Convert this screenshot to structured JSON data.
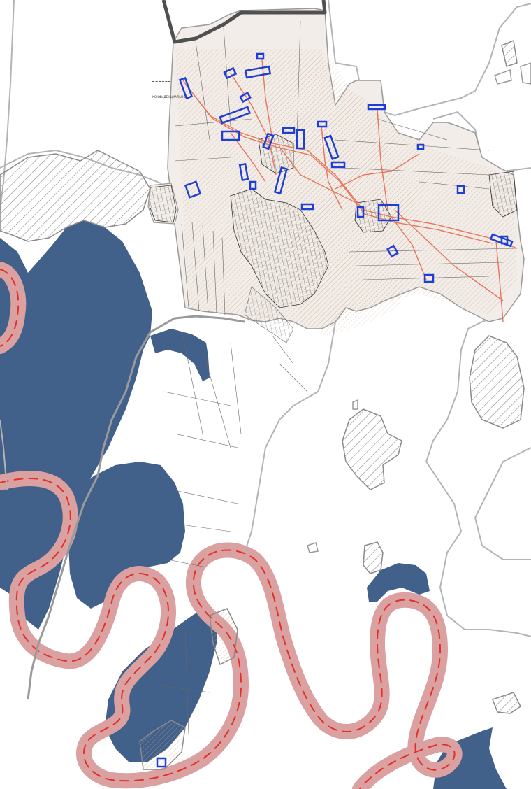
{
  "map": {
    "legend": {
      "caption": "КОНФИДЕНЦИАЛЬНО"
    },
    "colors": {
      "water_fill": "#41608a",
      "river_buffer": "#dba0a0",
      "river_centerline": "#e0302c",
      "boundary": "#b4b4b4",
      "outer_boundary": "#505050",
      "settlement_fill": "#f2ede8",
      "hatch": "#8a8a8a",
      "pipeline": "#e8745a",
      "facility_outline": "#1e3fd6",
      "parcel_lines": "#555555",
      "road": "#9a9a9a"
    },
    "layers": [
      "water-bodies",
      "river-buffer-zone",
      "river-centerline",
      "administrative-boundaries",
      "settlement-area",
      "hatched-zones",
      "pipelines",
      "facility-markers",
      "land-parcels"
    ]
  }
}
